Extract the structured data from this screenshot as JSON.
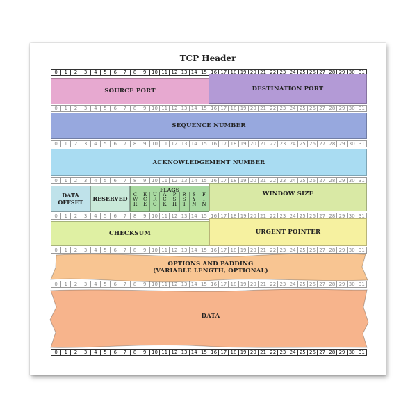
{
  "title": "TCP Header",
  "bits": [
    "0",
    "1",
    "2",
    "3",
    "4",
    "5",
    "6",
    "7",
    "8",
    "9",
    "10",
    "11",
    "12",
    "13",
    "14",
    "15",
    "16",
    "17",
    "18",
    "19",
    "20",
    "21",
    "22",
    "23",
    "24",
    "25",
    "26",
    "27",
    "28",
    "29",
    "30",
    "31"
  ],
  "fields": {
    "source_port": "SOURCE PORT",
    "destination_port": "DESTINATION PORT",
    "sequence_number": "SEQUENCE NUMBER",
    "acknowledgement_number": "ACKNOWLEDGEMENT NUMBER",
    "data_offset_line1": "DATA",
    "data_offset_line2": "OFFSET",
    "reserved": "RESERVED",
    "flags": "FLAGS",
    "window_size": "WINDOW SIZE",
    "checksum": "CHECKSUM",
    "urgent_pointer": "URGENT POINTER",
    "options_line1": "OPTIONS AND PADDING",
    "options_line2": "(VARIABLE LENGTH, OPTIONAL)",
    "data": "DATA"
  },
  "flag_bits": [
    "C\nW\nR",
    "E\nC\nE",
    "U\nR\nG",
    "A\nC\nK",
    "P\nS\nH",
    "R\nS\nT",
    "S\nY\nN",
    "F\nI\nN"
  ],
  "colors": {
    "source_port": "#e7a9d0",
    "destination_port": "#b39ad6",
    "sequence_number": "#97a8de",
    "acknowledgement_number": "#a9dcf2",
    "data_offset": "#bfe2ea",
    "reserved": "#c9e9d9",
    "flags": "#a8d9a0",
    "window_size": "#d9e9a5",
    "checksum": "#dff0a3",
    "urgent_pointer": "#f6f1a0",
    "options": "#f8c592",
    "data": "#f7b48c"
  }
}
